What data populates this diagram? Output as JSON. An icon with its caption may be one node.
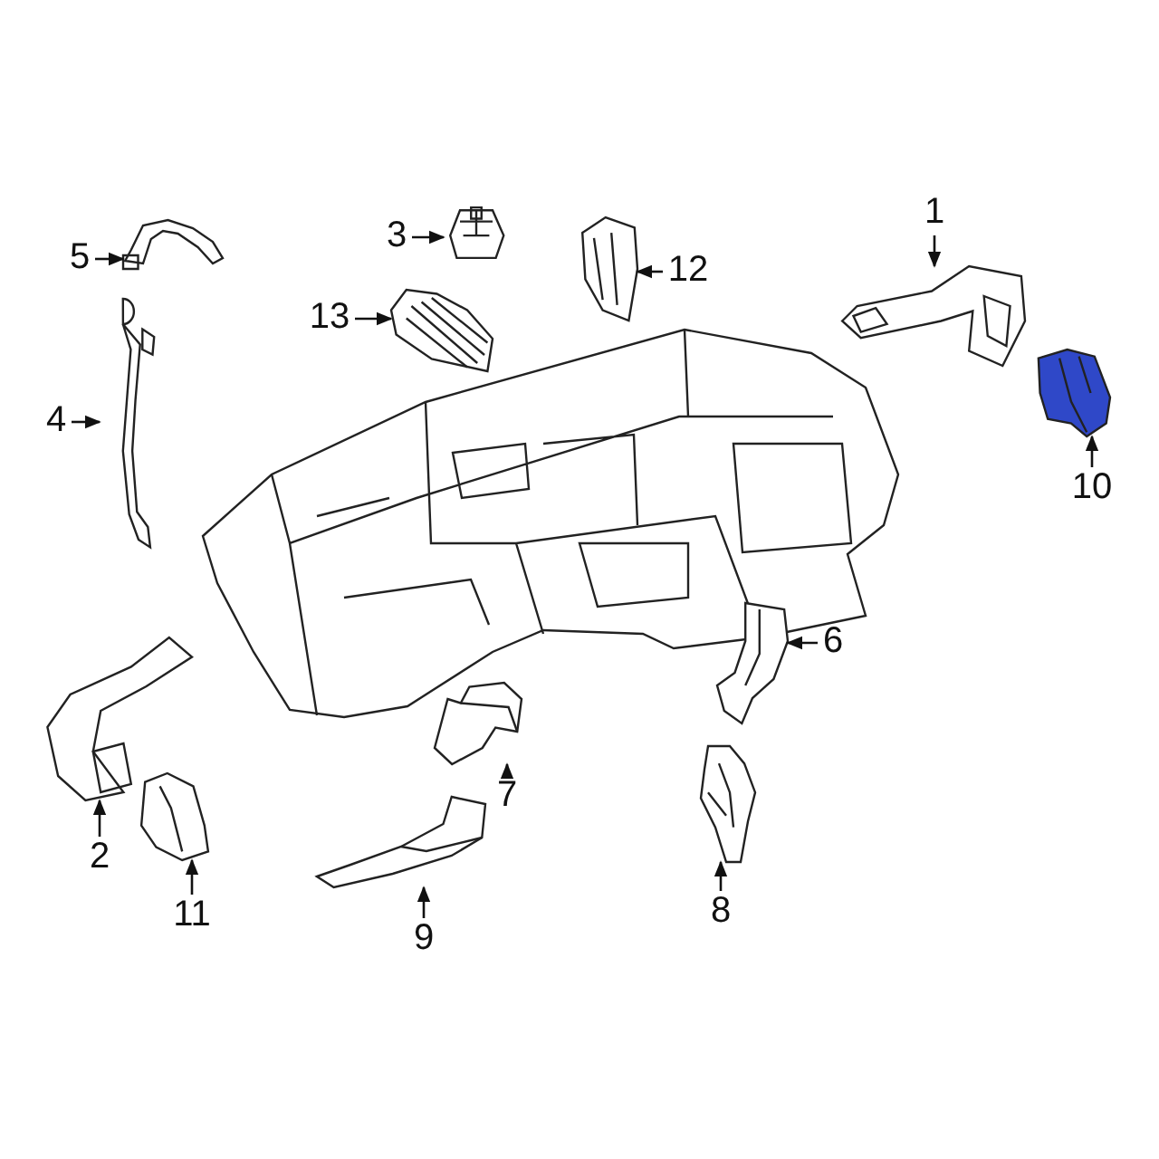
{
  "diagram": {
    "nodes": [
      {
        "text": [
          "1"
        ]
      },
      {
        "text": [
          "3"
        ]
      },
      {
        "text": [
          "5"
        ]
      },
      {
        "text": [
          "12"
        ]
      },
      {
        "text": [
          "13"
        ]
      },
      {
        "text": [
          "4"
        ]
      },
      {
        "text": [
          "10"
        ]
      },
      {
        "text": [
          "6"
        ]
      },
      {
        "text": [
          "7"
        ]
      },
      {
        "text": [
          "2"
        ]
      },
      {
        "text": [
          "8"
        ]
      },
      {
        "text": [
          "11"
        ]
      },
      {
        "text": [
          "9"
        ]
      },
      {
        "text": [],
        "shape": "picture"
      },
      {
        "text": [],
        "shape": "picture"
      },
      {
        "text": [],
        "shape": "picture"
      },
      {
        "text": [],
        "shape": "picture"
      },
      {
        "text": [],
        "shape": "picture"
      },
      {
        "text": [],
        "shape": "picture"
      },
      {
        "text": [],
        "shape": "picture"
      },
      {
        "text": [],
        "shape": "picture"
      },
      {
        "text": [],
        "shape": "picture"
      },
      {
        "text": [],
        "shape": "picture"
      },
      {
        "text": [],
        "shape": "picture"
      },
      {
        "text": [],
        "shape": "picture"
      },
      {
        "text": [],
        "shape": "picture"
      }
    ],
    "edges": [
      {
        "from": 0,
        "to": 13,
        "arrow": "to"
      },
      {
        "from": 1,
        "to": 14,
        "arrow": "to"
      },
      {
        "from": 2,
        "to": 15,
        "arrow": "to"
      },
      {
        "from": 3,
        "to": 16,
        "arrow": "to"
      },
      {
        "from": 4,
        "to": 17,
        "arrow": "to"
      },
      {
        "from": 5,
        "to": 18,
        "arrow": "to"
      },
      {
        "from": 6,
        "to": 19,
        "arrow": "to"
      },
      {
        "from": 7,
        "to": 20,
        "arrow": "to"
      },
      {
        "from": 8,
        "to": 21,
        "arrow": "to"
      },
      {
        "from": 9,
        "to": 22,
        "arrow": "to"
      },
      {
        "from": 10,
        "to": 23,
        "arrow": "to"
      },
      {
        "from": 11,
        "to": 24,
        "arrow": "to"
      },
      {
        "from": 12,
        "to": 25,
        "arrow": "to"
      }
    ]
  }
}
